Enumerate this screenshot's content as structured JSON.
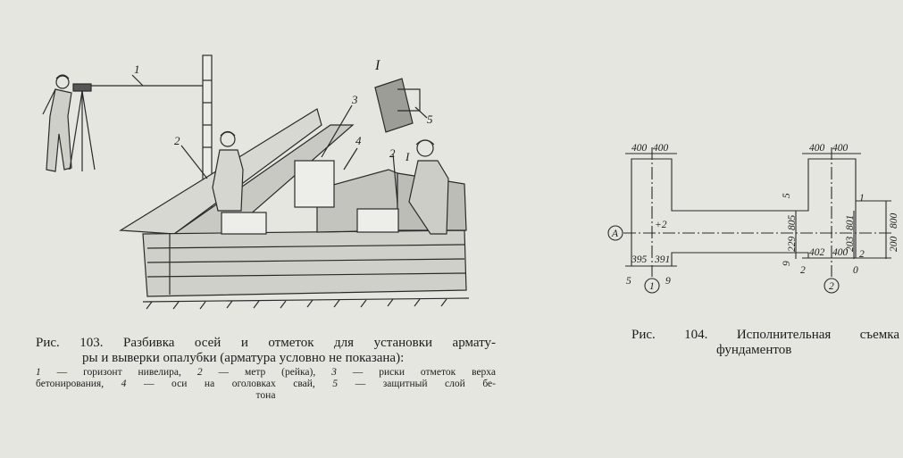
{
  "figure103": {
    "caption_line1": "Рис. 103. Разбивка осей и отметок для установки армату-",
    "caption_line2": "ры и выверки опалубки (арматура условно не показана):",
    "legend_line1_parts": [
      "1",
      " — горизонт нивелира, ",
      "2",
      " — метр (рейка), ",
      "3",
      " — риски отметок верха"
    ],
    "legend_line2_parts": [
      "бетонирования, ",
      "4",
      " — оси на оголовках свай, ",
      "5",
      " — защитный слой бе-"
    ],
    "legend_line3": "тона",
    "callouts": {
      "c1": "1",
      "c2a": "2",
      "c2b": "2",
      "c3": "3",
      "c4": "4",
      "c5": "5",
      "cI": "I",
      "cI2": "I"
    }
  },
  "figure104": {
    "caption_line1": "Рис.  104.  Исполнительная  съемка",
    "caption_line2": "фундаментов",
    "dims": {
      "top_left_a": "400",
      "top_left_b": "400",
      "top_right_a": "400",
      "top_right_b": "400",
      "bottom_left_a": "395",
      "bottom_left_b": "391",
      "bottom_right_a": "402",
      "bottom_right_b": "400",
      "vert_left_a": "805",
      "vert_left_b": "229",
      "vert_right_a": "801",
      "vert_right_b": "203",
      "vert_far_a": "800",
      "vert_far_b": "200"
    },
    "labels": {
      "axis_A": "A",
      "axis_1": "1",
      "axis_2": "2",
      "plus2": "+2",
      "dev_5": "5",
      "dev_9b": "9",
      "dev_5l": "5",
      "dev_9": "9",
      "dev_2a": "2",
      "dev_0": "0",
      "dev_1": "1",
      "dev_2b": "2"
    }
  }
}
